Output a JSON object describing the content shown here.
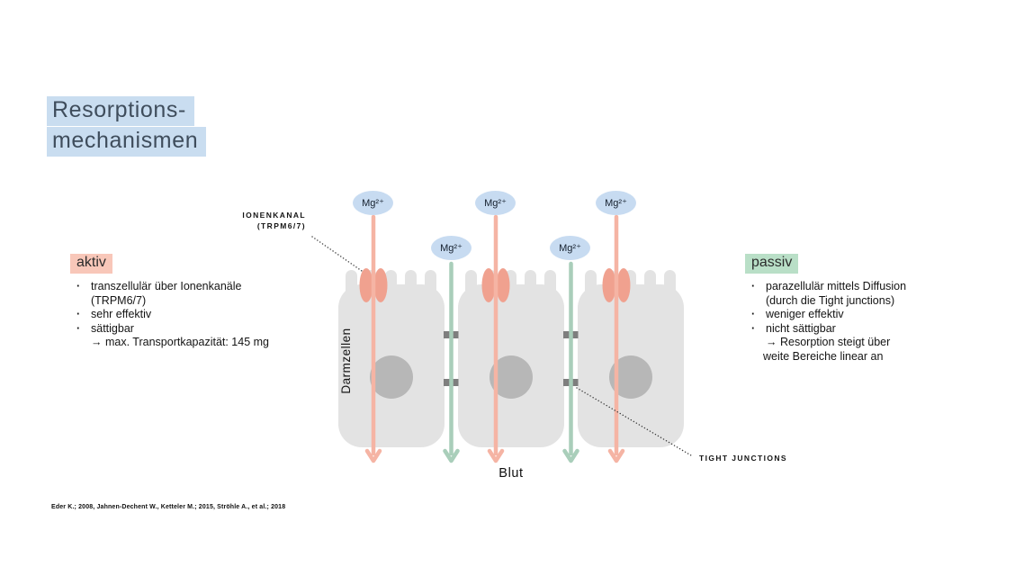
{
  "title": {
    "line1": "Resorptions-",
    "line2": "mechanismen"
  },
  "active_section": {
    "heading": "aktiv",
    "items": [
      {
        "line1": "transzellulär über Ionenkanäle",
        "line2": "(TRPM6/7)"
      },
      {
        "line1": "sehr effektiv"
      },
      {
        "line1": "sättigbar"
      }
    ],
    "note": {
      "line1": "→ max. Transportkapazität: 145 mg"
    }
  },
  "passive_section": {
    "heading": "passiv",
    "items": [
      {
        "line1": "parazellulär mittels Diffusion",
        "line2": "(durch die Tight junctions)"
      },
      {
        "line1": "weniger effektiv"
      },
      {
        "line1": "nicht sättigbar"
      }
    ],
    "note": {
      "line1": "→ Resorption steigt über",
      "line2": "weite Bereiche linear an"
    }
  },
  "diagram": {
    "ion_channel_label": {
      "line1": "IONENKANAL",
      "line2": "(TRPM6/7)"
    },
    "tight_junction_label": "TIGHT JUNCTIONS",
    "mg_ion_label": "Mg²⁺",
    "cells_label": "Darmzellen",
    "blood_label": "Blut"
  },
  "citation": "Eder K.; 2008, Jahnen-Dechent W., Ketteler M.; 2015, Ströhle A., et al.; 2018",
  "colors": {
    "title_highlight": "#c9ddf0",
    "active_highlight": "#f8c7b9",
    "passive_highlight": "#b9dfc7",
    "mg_badge": "#c7dbf1",
    "transcellular_arrow": "#f5b4a4",
    "paracellular_arrow": "#a9ceba",
    "ion_channel": "#f0a18f",
    "cell_body": "#e3e3e3",
    "nucleus": "#b7b7b7",
    "tight_junction": "#7e7e7e"
  }
}
